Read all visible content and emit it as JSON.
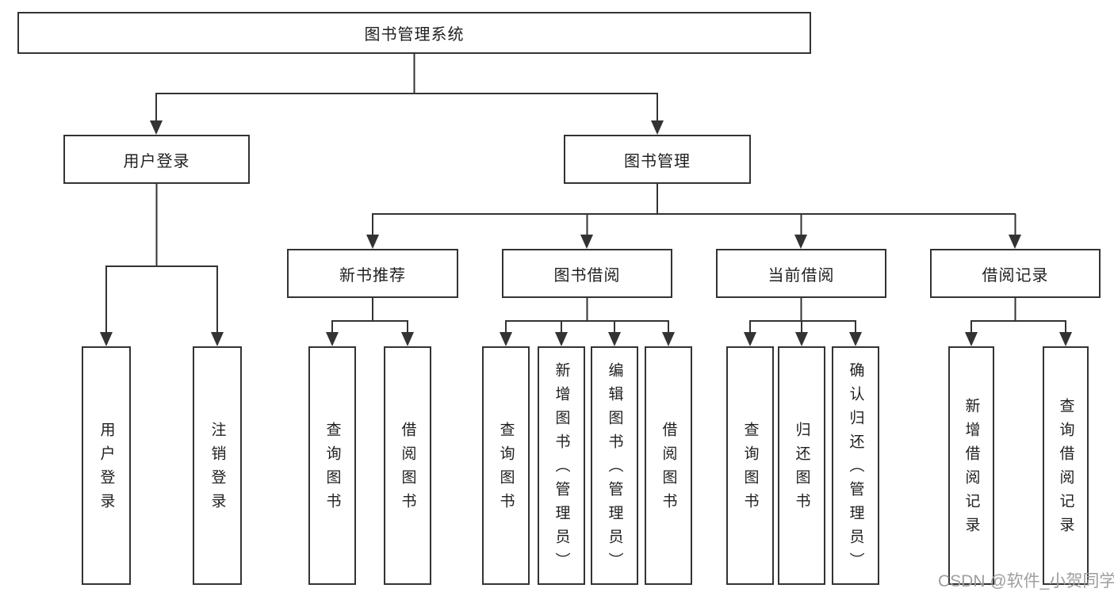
{
  "tree": {
    "root": {
      "label": "图书管理系统",
      "children": [
        {
          "label": "用户登录",
          "children": [
            {
              "label": "用户登录"
            },
            {
              "label": "注销登录"
            }
          ]
        },
        {
          "label": "图书管理",
          "children": [
            {
              "label": "新书推荐",
              "children": [
                {
                  "label": "查询图书"
                },
                {
                  "label": "借阅图书"
                }
              ]
            },
            {
              "label": "图书借阅",
              "children": [
                {
                  "label": "查询图书"
                },
                {
                  "label": "新增图书（管理员）"
                },
                {
                  "label": "编辑图书（管理员）"
                },
                {
                  "label": "借阅图书"
                }
              ]
            },
            {
              "label": "当前借阅",
              "children": [
                {
                  "label": "查询图书"
                },
                {
                  "label": "归还图书"
                },
                {
                  "label": "确认归还（管理员）"
                }
              ]
            },
            {
              "label": "借阅记录",
              "children": [
                {
                  "label": "新增借阅记录"
                },
                {
                  "label": "查询借阅记录"
                }
              ]
            }
          ]
        }
      ]
    }
  },
  "watermark": {
    "text": "CSDN @软件_小贺同学"
  },
  "colors": {
    "line": "#333333",
    "box_border": "#333333",
    "box_fill": "#ffffff",
    "text": "#1f1f1f",
    "watermark": "#9e9e9e",
    "background": "#ffffff"
  }
}
